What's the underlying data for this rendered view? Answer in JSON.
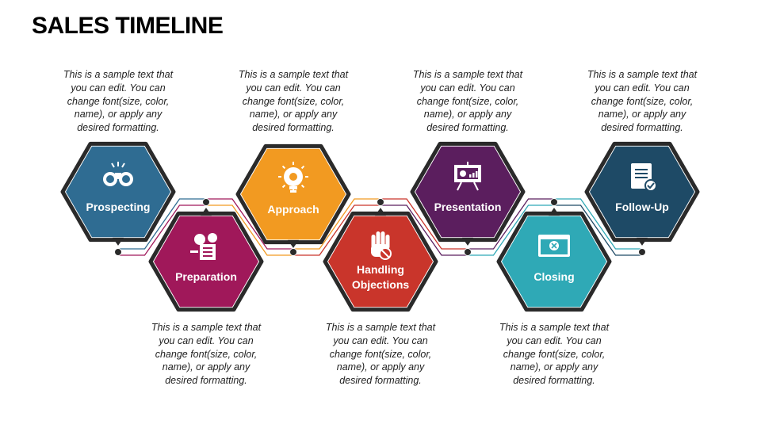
{
  "title": "SALES TIMELINE",
  "steps": [
    {
      "label": [
        "Prospecting"
      ],
      "color": "#2F6C92",
      "icon": "binoculars-money-icon",
      "text": [
        "This is a sample text that",
        "you can edit. You can",
        "change font(size, color,",
        "name), or apply any",
        "desired formatting."
      ]
    },
    {
      "label": [
        "Preparation"
      ],
      "color": "#A0185A",
      "icon": "gears-cloud-checklist-icon",
      "text": [
        "This is a sample text that",
        "you can edit. You can",
        "change font(size, color,",
        "name), or apply any",
        "desired formatting."
      ]
    },
    {
      "label": [
        "Approach"
      ],
      "color": "#F29A21",
      "icon": "lightbulb-gear-icon",
      "text": [
        "This is a sample text that",
        "you can edit. You can",
        "change font(size, color,",
        "name), or apply any",
        "desired formatting."
      ]
    },
    {
      "label": [
        "Handling",
        "Objections"
      ],
      "color": "#C9352B",
      "icon": "stop-hand-icon",
      "text": [
        "This is a sample text that",
        "you can edit. You can",
        "change font(size, color,",
        "name), or apply any",
        "desired formatting."
      ]
    },
    {
      "label": [
        "Presentation"
      ],
      "color": "#5B1E5E",
      "icon": "presentation-board-icon",
      "text": [
        "This is a sample text that",
        "you can edit. You can",
        "change font(size, color,",
        "name), or apply any",
        "desired formatting."
      ]
    },
    {
      "label": [
        "Closing"
      ],
      "color": "#2FA9B6",
      "icon": "closed-window-icon",
      "text": [
        "This is a sample text that",
        "you can edit. You can",
        "change font(size, color,",
        "name), or apply any",
        "desired formatting."
      ]
    },
    {
      "label": [
        "Follow-Up"
      ],
      "color": "#1E4A66",
      "icon": "document-check-icon",
      "text": [
        "This is a sample text that",
        "you can edit. You can",
        "change font(size, color,",
        "name), or apply any",
        "desired formatting."
      ]
    }
  ]
}
